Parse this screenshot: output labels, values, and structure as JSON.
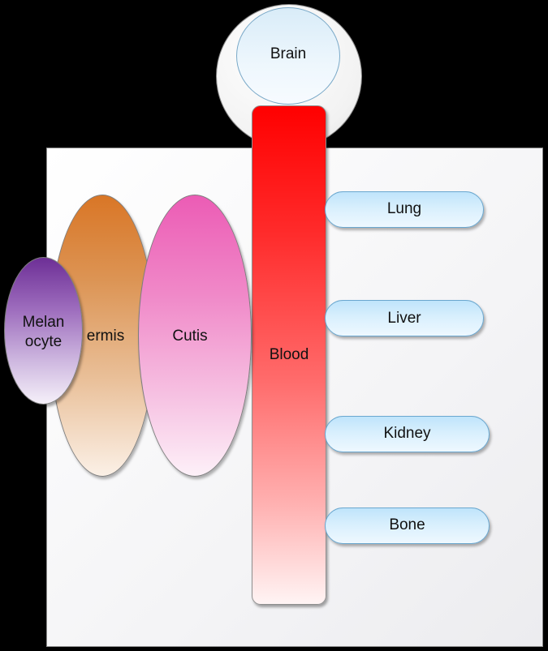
{
  "diagram": {
    "brain": "Brain",
    "blood": "Blood",
    "organs": [
      "Lung",
      "Liver",
      "Kidney",
      "Bone"
    ],
    "skin_layers": {
      "dermis": "ermis",
      "cutis": "Cutis",
      "melanocyte_line1": "Melan",
      "melanocyte_line2": "ocyte"
    }
  }
}
